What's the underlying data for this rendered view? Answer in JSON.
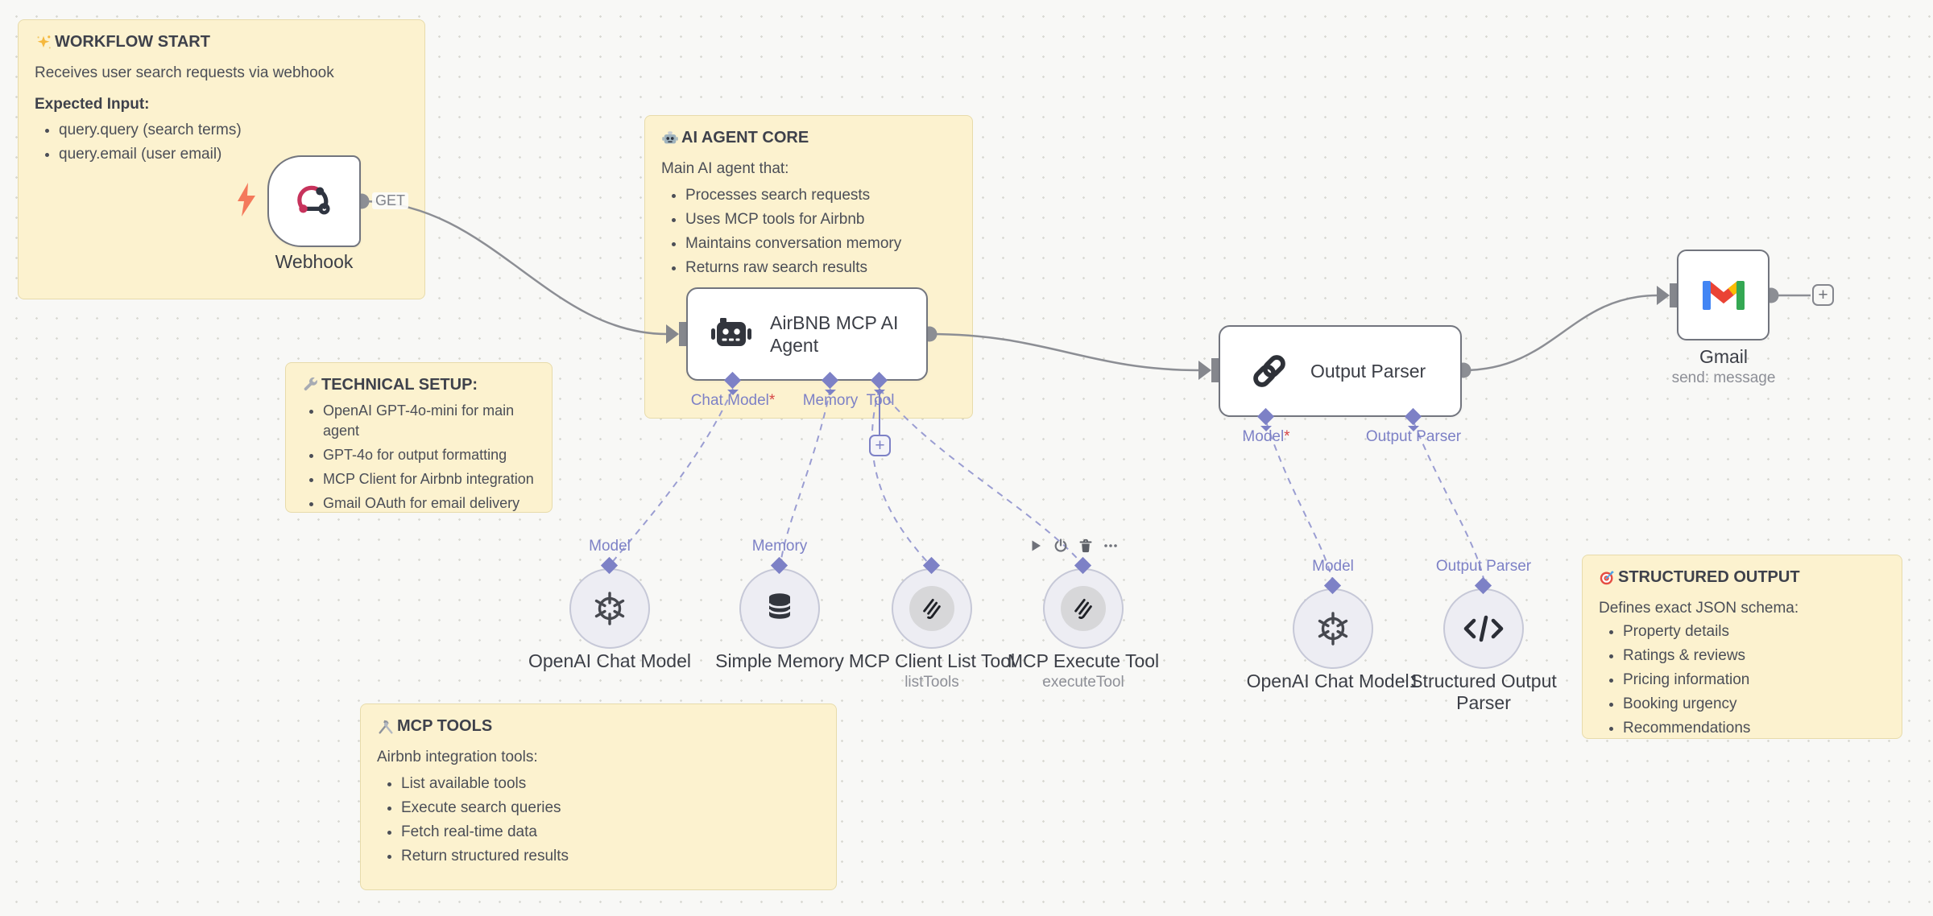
{
  "colors": {
    "canvas_bg": "#f8f8f6",
    "sticky_bg": "#fcf2cf",
    "sticky_border": "#e7dbab",
    "accent_indigo": "#7d81c6",
    "wire_gray": "#8c8e94",
    "node_border": "#72757e",
    "trigger_bolt": "#f4795b",
    "required_red": "#d64545"
  },
  "sticky_notes": [
    {
      "icon": "glowing-star",
      "title": "WORKFLOW START",
      "body": "Receives user search requests via webhook",
      "subheading": "Expected Input:",
      "bullets": [
        "query.query (search terms)",
        "query.email (user email)"
      ]
    },
    {
      "icon": "robot",
      "title": "AI AGENT CORE",
      "body": "Main AI agent that:",
      "bullets": [
        "Processes search requests",
        "Uses MCP tools for Airbnb",
        "Maintains conversation memory",
        "Returns raw search results"
      ]
    },
    {
      "icon": "wrench",
      "title": "TECHNICAL SETUP:",
      "bullets": [
        "OpenAI GPT-4o-mini for main agent",
        "GPT-4o for output formatting",
        "MCP Client for Airbnb integration",
        "Gmail OAuth for email delivery"
      ]
    },
    {
      "icon": "hammer-and-wrench",
      "title": "MCP TOOLS",
      "body": "Airbnb integration tools:",
      "bullets": [
        "List available tools",
        "Execute search queries",
        "Fetch real-time data",
        "Return structured results"
      ]
    },
    {
      "icon": "target",
      "title": "STRUCTURED OUTPUT",
      "body": "Defines exact JSON schema:",
      "bullets": [
        "Property details",
        "Ratings & reviews",
        "Pricing information",
        "Booking urgency",
        "Recommendations"
      ]
    }
  ],
  "nodes": {
    "webhook": {
      "label": "Webhook",
      "method": "GET"
    },
    "agent": {
      "label": "AirBNB MCP AI Agent",
      "ports": [
        {
          "label": "Chat Model",
          "required": "*"
        },
        {
          "label": "Memory"
        },
        {
          "label": "Tool"
        }
      ]
    },
    "output_parser": {
      "label": "Output Parser",
      "ports": [
        {
          "label": "Model",
          "required": "*"
        },
        {
          "label": "Output Parser"
        }
      ]
    },
    "gmail": {
      "label": "Gmail",
      "subtitle": "send: message"
    },
    "sub_nodes": [
      {
        "label": "OpenAI Chat Model",
        "port_label": "Model",
        "icon": "openai"
      },
      {
        "label": "Simple Memory",
        "port_label": "Memory",
        "icon": "database"
      },
      {
        "label": "MCP Client List Tool",
        "subtitle": "listTools",
        "icon": "mcp"
      },
      {
        "label": "MCP Execute Tool",
        "subtitle": "executeTool",
        "icon": "mcp",
        "toolbar": [
          "play",
          "power",
          "trash",
          "more"
        ]
      },
      {
        "label": "OpenAI Chat Model1",
        "port_label": "Model",
        "icon": "openai"
      },
      {
        "label": "Structured Output Parser",
        "port_label": "Output Parser",
        "icon": "code"
      }
    ]
  },
  "ui": {
    "plus": "+"
  }
}
